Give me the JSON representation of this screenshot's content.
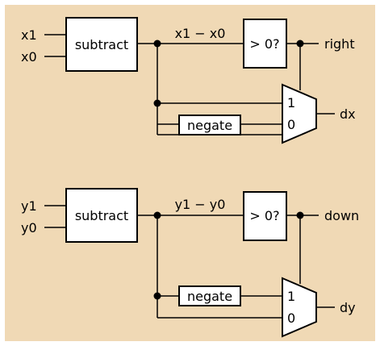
{
  "background_color": "#f0d9b5",
  "circuits": [
    {
      "input_a": "x1",
      "input_b": "x0",
      "subtract_label": "subtract",
      "difference_label": "x1 − x0",
      "compare_label": "> 0?",
      "compare_output": "right",
      "negate_label": "negate",
      "mux_input_1": "1",
      "mux_input_0": "0",
      "mux_output": "dx"
    },
    {
      "input_a": "y1",
      "input_b": "y0",
      "subtract_label": "subtract",
      "difference_label": "y1 − y0",
      "compare_label": "> 0?",
      "compare_output": "down",
      "negate_label": "negate",
      "mux_input_1": "1",
      "mux_input_0": "0",
      "mux_output": "dy"
    }
  ]
}
